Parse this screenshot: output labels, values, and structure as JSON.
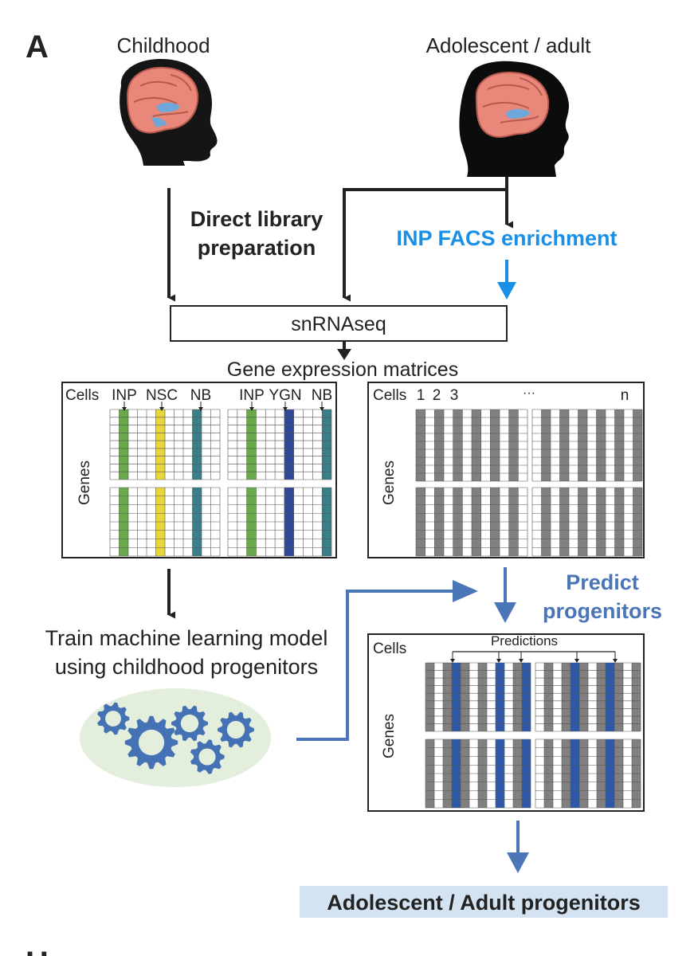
{
  "panel_letter": "A",
  "panel_letter_next": "H",
  "stages": {
    "childhood": "Childhood",
    "adolescent": "Adolescent / adult"
  },
  "steps": {
    "direct_line1": "Direct library",
    "direct_line2": "preparation",
    "facs": "INP FACS enrichment",
    "snrnaseq": "snRNAseq",
    "matrices_title": "Gene expression matrices",
    "train_line1": "Train machine learning model",
    "train_line2": "using childhood progenitors",
    "predict_line1": "Predict",
    "predict_line2": "progenitors",
    "result": "Adolescent / Adult progenitors"
  },
  "left_matrix": {
    "cells_label": "Cells",
    "genes_label": "Genes",
    "columns": [
      "INP",
      "NSC",
      "NB",
      "INP",
      "YGN",
      "NB"
    ]
  },
  "right_matrix": {
    "cells_label": "Cells",
    "genes_label": "Genes",
    "columns": [
      "1",
      "2",
      "3",
      "n"
    ],
    "ellipsis": "···"
  },
  "pred_matrix": {
    "cells_label": "Cells",
    "genes_label": "Genes",
    "predictions_label": "Predictions"
  },
  "colors": {
    "blue_text": "#1a8fe8",
    "flow_blue": "#4a76b8",
    "inp_green": "#6aaa4c",
    "nsc_yellow": "#e6d83a",
    "nb_teal": "#3a7e88",
    "ygn_navy": "#2f4898",
    "gray_col": "#808080",
    "pred_blue": "#2e59a8",
    "gear_blue": "#4472b4",
    "ellipse_green": "#e3efdc",
    "result_bg": "#d3e3f2",
    "brain_pink": "#e8877a",
    "hippo_blue": "#6ea8da"
  }
}
